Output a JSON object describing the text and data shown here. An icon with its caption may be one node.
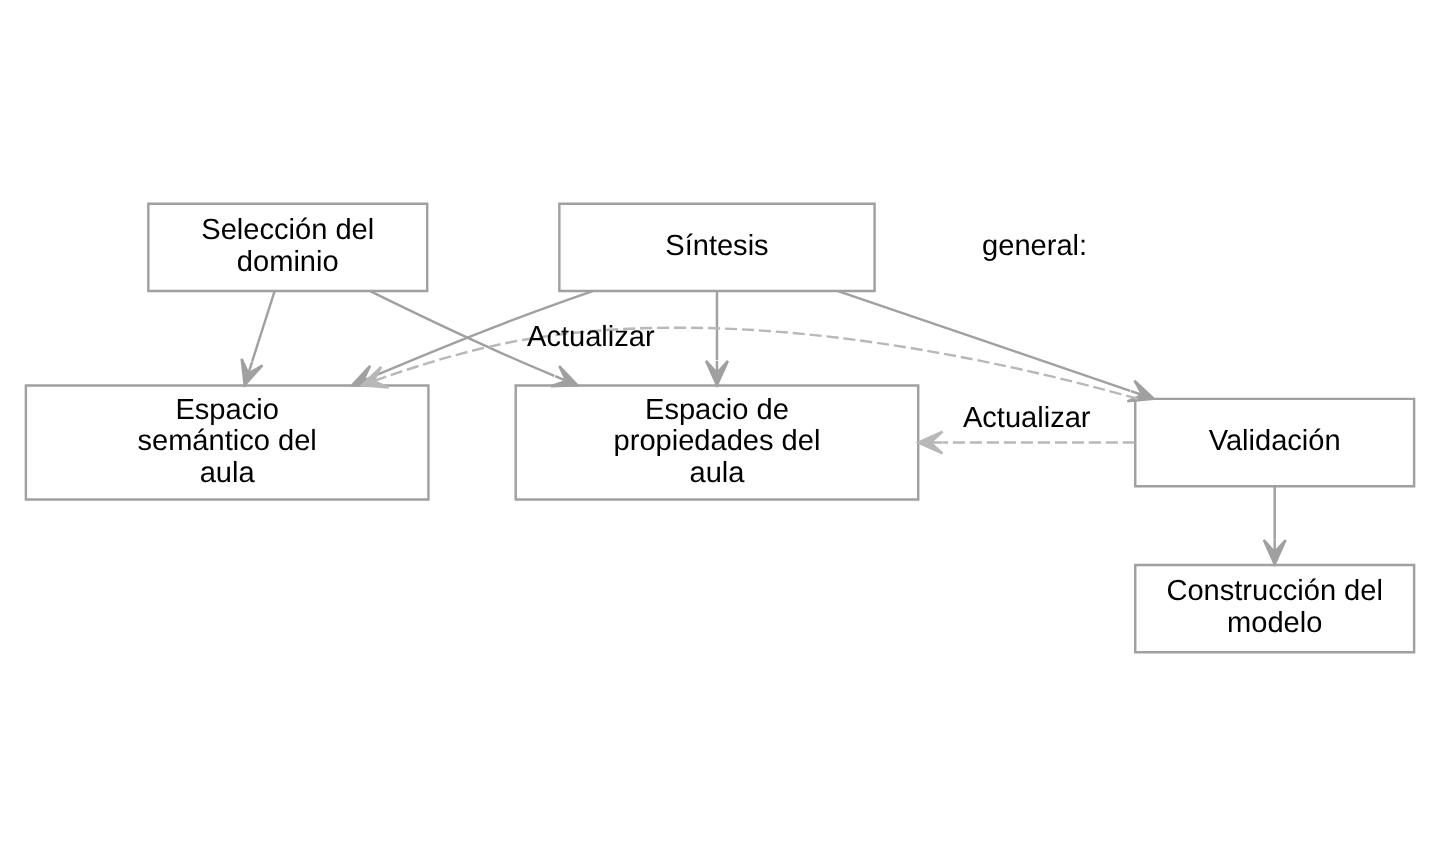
{
  "diagram": {
    "nodes": [
      {
        "text": [
          "Selección del dominio"
        ]
      },
      {
        "text": [
          "Espacio semántico del aula"
        ]
      },
      {
        "text": [
          "Espacio de propiedades del aula"
        ]
      },
      {
        "text": [
          "Síntesis"
        ]
      },
      {
        "text": [
          "Validación"
        ]
      },
      {
        "text": [
          "Construcción del modelo"
        ]
      }
    ],
    "edges": [
      {
        "from": 0,
        "to": 1,
        "arrow": "to"
      },
      {
        "from": 0,
        "to": 2,
        "arrow": "to"
      },
      {
        "from": 3,
        "to": 1,
        "arrow": "to"
      },
      {
        "from": 3,
        "to": 2,
        "arrow": "to"
      },
      {
        "from": 3,
        "to": 4,
        "arrow": "to"
      },
      {
        "from": 4,
        "to": 1,
        "arrow": "to",
        "label": "Actualizar",
        "style": "dashed",
        "color": "#b8b8b8"
      },
      {
        "from": 4,
        "to": 2,
        "arrow": "to",
        "label": "Actualizar",
        "style": "dashed",
        "color": "#b8b8b8"
      },
      {
        "from": 4,
        "to": 5,
        "arrow": "to"
      }
    ],
    "labels": [
      "general:"
    ]
  }
}
